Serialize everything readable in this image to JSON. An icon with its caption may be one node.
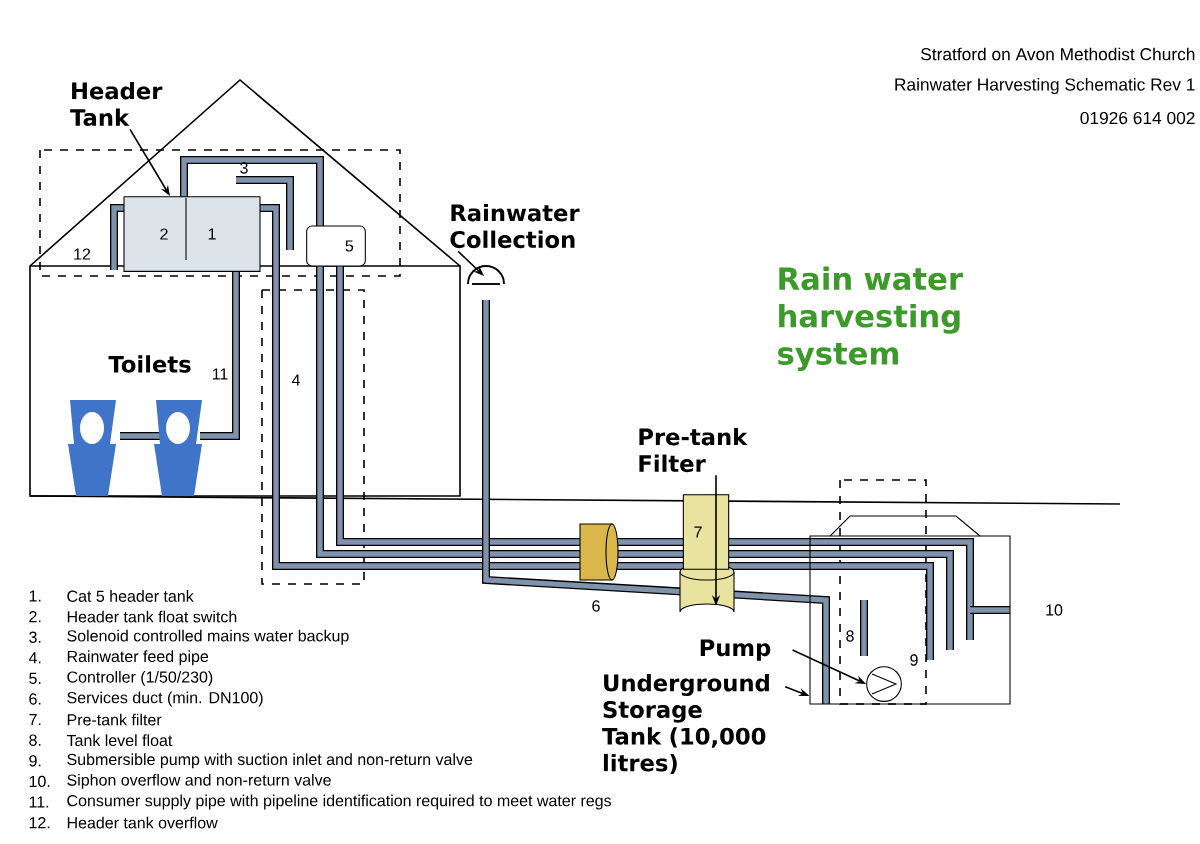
{
  "diagram": {
    "title": "Rain water harvesting system",
    "nodes": [
      {
        "text": [
          "Header Tank"
        ]
      },
      {
        "text": [
          "2",
          "1"
        ]
      },
      {
        "text": [
          "5"
        ]
      },
      {
        "text": [
          "Rainwater Collection"
        ]
      },
      {
        "text": [
          "Pre-tank Filter"
        ]
      },
      {
        "text": [
          "7"
        ]
      },
      {
        "text": [
          "Pump"
        ]
      },
      {
        "text": [],
        "shape": "box"
      },
      {
        "text": [],
        "shape": "circle",
        "in": 7
      },
      {
        "text": [
          "Underground Storage Tank (10,000 litres)"
        ]
      }
    ],
    "edges": [
      {
        "from": 0,
        "to": 1,
        "arrow": "to"
      },
      {
        "from": 3,
        "to": null,
        "arrow": "to"
      },
      {
        "from": 4,
        "to": 5,
        "arrow": "to"
      },
      {
        "from": 6,
        "to": 8,
        "arrow": "to"
      },
      {
        "from": 9,
        "to": 7,
        "arrow": "to"
      }
    ],
    "labels": [
      "Stratford on Avon Methodist Church",
      "Rainwater Harvesting Schematic Rev 1",
      "01926  614 002",
      "3",
      "12",
      "Toilets",
      "11",
      "4",
      "6",
      "8",
      "9",
      "10",
      "1.",
      "Cat 5 header tank",
      "2.",
      "Header tank float switch",
      "3.",
      "Solenoid  controlled mains water backup",
      "4.",
      "Rainwater feed pipe",
      "5.",
      "Controller (1/50/230)",
      "6.",
      "Services duct (min. DN100)",
      "7.",
      "Pre-tank filter",
      "8.",
      "Tank level float",
      "9.",
      "Submersible pump with suction inlet and non-return valve",
      "10.",
      "Siphon overflow and non-return valve",
      "11.",
      "Consumer supply pipe with pipeline identification required to meet water regs",
      "12.",
      "Header tank overflow"
    ]
  }
}
